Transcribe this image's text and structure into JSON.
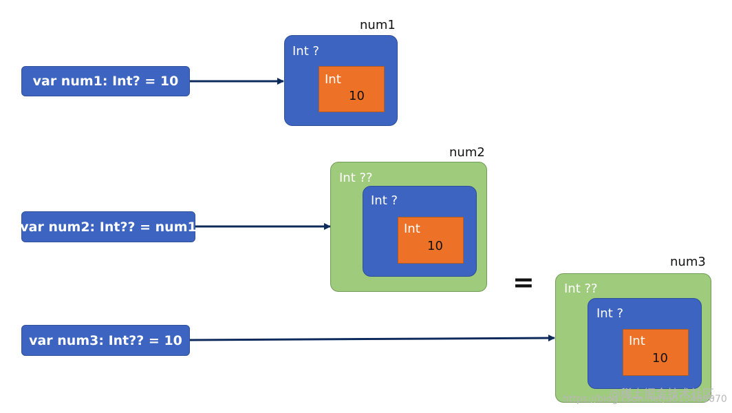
{
  "declarations": [
    {
      "code": "var num1: Int? = 10"
    },
    {
      "code": "var num2: Int?? = num1"
    },
    {
      "code": "var num3: Int?? = 10"
    }
  ],
  "boxes": {
    "num1": {
      "name": "num1",
      "optional": "Int ?",
      "inner": "Int",
      "value": "10"
    },
    "num2": {
      "name": "num2",
      "double_optional": "Int ??",
      "optional": "Int ?",
      "inner": "Int",
      "value": "10"
    },
    "num3": {
      "name": "num3",
      "double_optional": "Int ??",
      "optional": "Int ?",
      "inner": "Int",
      "value": "10"
    }
  },
  "equals_sign": "=",
  "watermark": {
    "community": "@稀土掘金技术社区",
    "url": "https://blog.csdn.net/u013480070"
  },
  "colors": {
    "var_box": "#3c64c0",
    "optional_box": "#3d64c0",
    "double_optional_box": "#9fcb7d",
    "value_box": "#ed7228",
    "arrow": "#0d2a5c"
  }
}
